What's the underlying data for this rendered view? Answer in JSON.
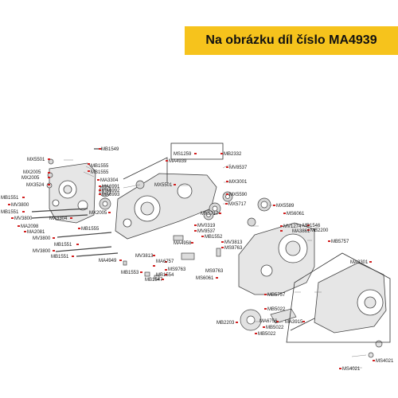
{
  "banner": {
    "title": "Na obrázku díl číslo MA4939"
  },
  "colors": {
    "banner_bg": "#f6c31c",
    "marker": "#d12020",
    "line": "#333333",
    "part_fill": "#e6e6e6",
    "part_stroke": "#444444"
  },
  "labels": [
    "MB1549",
    "MX5501",
    "MB1555",
    "MB1555",
    "MX2005",
    "MX2005",
    "MX3524",
    "MA3304",
    "MA6991",
    "MA6992",
    "MA6993",
    "MB1551",
    "MV3800",
    "MB1551",
    "MV3800",
    "MA3304",
    "MA2098",
    "MA2081",
    "MB1555",
    "MV3800",
    "MB1551",
    "MV3800",
    "MB1551",
    "MX2005",
    "MA4939",
    "MX5501",
    "MS1259",
    "MB2332",
    "MV8537",
    "MX3001",
    "MX5590",
    "MX5717",
    "MX5717",
    "MX5589",
    "MS6061",
    "MV0319",
    "MV8537",
    "MB1552",
    "MA4958",
    "MV3813",
    "MS9763",
    "MA6757",
    "MS9763",
    "MA4949",
    "MV3813",
    "MS9763",
    "MB1553",
    "MB1554",
    "MB1547",
    "MS6061",
    "MV1274",
    "MA3861",
    "MB1546",
    "MB2200",
    "MB5757",
    "MA3301",
    "MB5757",
    "MB5022",
    "MB2203",
    "MA6756",
    "MA3915",
    "MB5022",
    "MB5022",
    "MS4021",
    "MS4021"
  ]
}
